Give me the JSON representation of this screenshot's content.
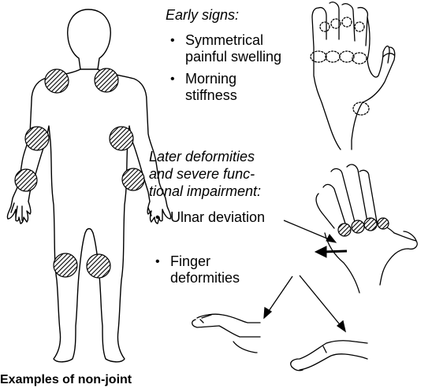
{
  "early_signs": {
    "heading": "Early signs:",
    "items": [
      [
        "Symmetrical",
        "painful swelling"
      ],
      [
        "Morning",
        "stiffness"
      ]
    ]
  },
  "later": {
    "heading": [
      "Later deformities",
      "and severe func-",
      "tional impairment:"
    ],
    "items": [
      [
        "Ulnar deviation"
      ],
      [
        "Finger",
        "deformities"
      ]
    ]
  },
  "bottom_caption": "Examples of non-joint",
  "bullet_glyph": "•",
  "colors": {
    "ink": "#000000",
    "joint_fill": "#555555",
    "paper": "#ffffff"
  }
}
